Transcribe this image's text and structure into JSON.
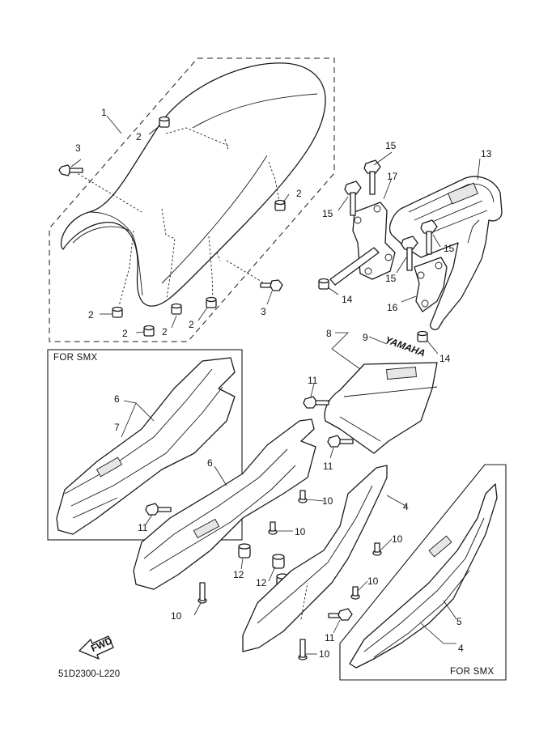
{
  "diagram": {
    "reference_code": "51D2300-L220",
    "fwd_label": "FWD",
    "decal_text": "YAMAHA",
    "box_labels": {
      "left_inset": "FOR SMX",
      "right_inset": "FOR SMX"
    },
    "callouts": [
      {
        "id": "c1",
        "text": "1"
      },
      {
        "id": "c2a",
        "text": "2"
      },
      {
        "id": "c2b",
        "text": "2"
      },
      {
        "id": "c2c",
        "text": "2"
      },
      {
        "id": "c2d",
        "text": "2"
      },
      {
        "id": "c2e",
        "text": "2"
      },
      {
        "id": "c2f",
        "text": "2"
      },
      {
        "id": "c3a",
        "text": "3"
      },
      {
        "id": "c3b",
        "text": "3"
      },
      {
        "id": "c4a",
        "text": "4"
      },
      {
        "id": "c4b",
        "text": "4"
      },
      {
        "id": "c5",
        "text": "5"
      },
      {
        "id": "c6a",
        "text": "6"
      },
      {
        "id": "c6b",
        "text": "6"
      },
      {
        "id": "c7",
        "text": "7"
      },
      {
        "id": "c8",
        "text": "8"
      },
      {
        "id": "c9",
        "text": "9"
      },
      {
        "id": "c10a",
        "text": "10"
      },
      {
        "id": "c10b",
        "text": "10"
      },
      {
        "id": "c10c",
        "text": "10"
      },
      {
        "id": "c10d",
        "text": "10"
      },
      {
        "id": "c10e",
        "text": "10"
      },
      {
        "id": "c10f",
        "text": "10"
      },
      {
        "id": "c11a",
        "text": "11"
      },
      {
        "id": "c11b",
        "text": "11"
      },
      {
        "id": "c11c",
        "text": "11"
      },
      {
        "id": "c11d",
        "text": "11"
      },
      {
        "id": "c12a",
        "text": "12"
      },
      {
        "id": "c12b",
        "text": "12"
      },
      {
        "id": "c13",
        "text": "13"
      },
      {
        "id": "c14a",
        "text": "14"
      },
      {
        "id": "c14b",
        "text": "14"
      },
      {
        "id": "c15a",
        "text": "15"
      },
      {
        "id": "c15b",
        "text": "15"
      },
      {
        "id": "c15c",
        "text": "15"
      },
      {
        "id": "c15d",
        "text": "15"
      },
      {
        "id": "c16",
        "text": "16"
      },
      {
        "id": "c17",
        "text": "17"
      }
    ]
  }
}
